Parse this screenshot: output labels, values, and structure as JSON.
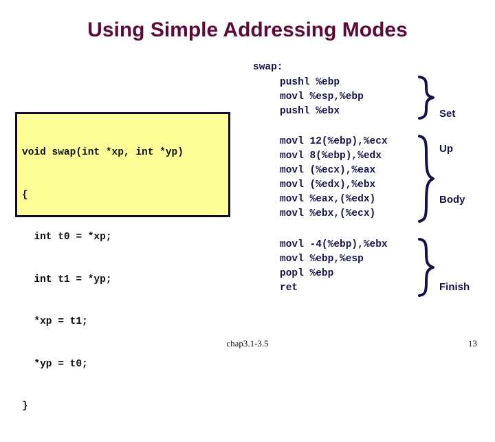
{
  "slide": {
    "title": "Using Simple Addressing Modes",
    "title_color": "#5C0A38",
    "background_color": "#FFFFFF"
  },
  "c_code": {
    "box_fill_color": "#FFFF99",
    "box_border_color": "#120A2E",
    "text_color": "#101010",
    "lines": [
      "void swap(int *xp, int *yp)",
      "{",
      "  int t0 = *xp;",
      "  int t1 = *yp;",
      "  *xp = t1;",
      "  *yp = t0;",
      "}"
    ]
  },
  "assembly": {
    "text_color": "#131347",
    "function_label": "swap:",
    "groups": [
      {
        "name": "Set Up",
        "label_lines": [
          "Set",
          "Up"
        ],
        "lines": [
          "pushl %ebp",
          "movl %esp,%ebp",
          "pushl %ebx"
        ]
      },
      {
        "name": "Body",
        "label_lines": [
          "Body"
        ],
        "lines": [
          "movl 12(%ebp),%ecx",
          "movl 8(%ebp),%edx",
          "movl (%ecx),%eax",
          "movl (%edx),%ebx",
          "movl %eax,(%edx)",
          "movl %ebx,(%ecx)"
        ]
      },
      {
        "name": "Finish",
        "label_lines": [
          "Finish"
        ],
        "lines": [
          "movl -4(%ebp),%ebx",
          "movl %ebp,%esp",
          "popl %ebp",
          "ret"
        ]
      }
    ]
  },
  "footer": {
    "note": "chap3.1-3.5",
    "page_number": "13"
  }
}
